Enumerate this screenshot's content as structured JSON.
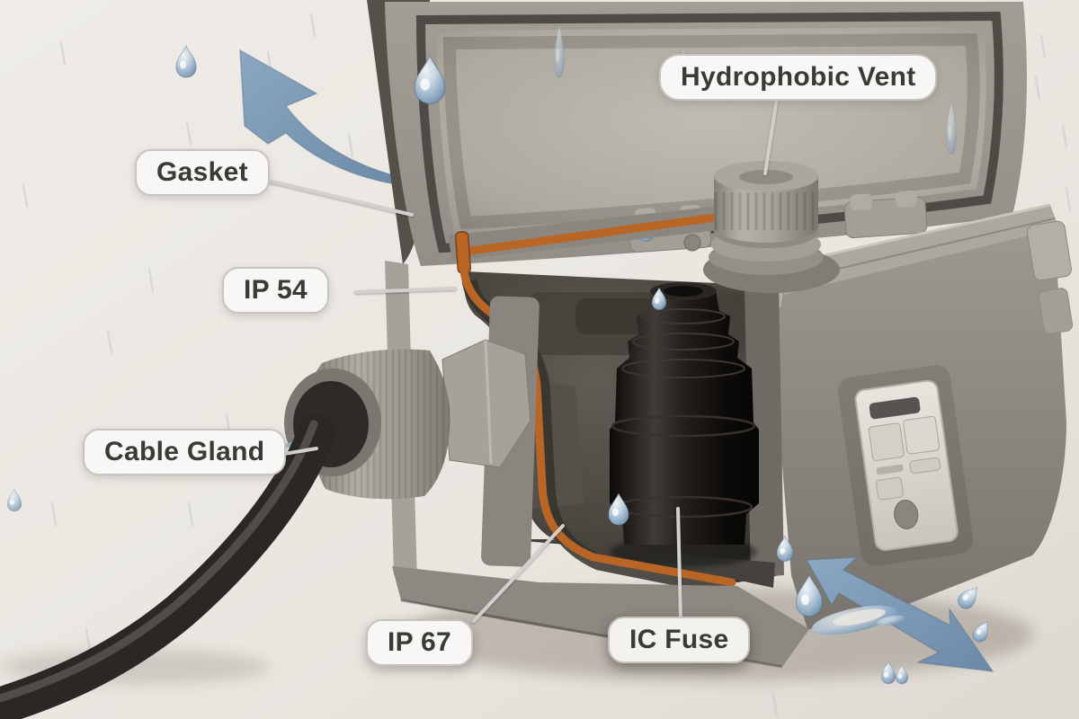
{
  "diagram": {
    "callouts": [
      {
        "id": "gasket",
        "label": "Gasket",
        "points_to": "lid-gasket"
      },
      {
        "id": "hydrophobic-vent",
        "label": "Hydrophobic Vent",
        "points_to": "vent-cap"
      },
      {
        "id": "ip54",
        "label": "IP 54",
        "points_to": "upper-seal"
      },
      {
        "id": "cable-gland",
        "label": "Cable Gland",
        "points_to": "cable-gland"
      },
      {
        "id": "ip67",
        "label": "IP 67",
        "points_to": "lower-seal"
      },
      {
        "id": "ic-fuse",
        "label": "IC Fuse",
        "points_to": "fuse-holder"
      }
    ],
    "colors": {
      "background": "#eae7e1",
      "label_background": "#f8f7f5",
      "label_border": "#c5c4c0",
      "label_text": "#3b3a37",
      "leader_line": "#d2d0cb",
      "arrow_blue": "#7e9cb8",
      "gasket_orange": "#b96526",
      "box_gray": "#9a958e",
      "interior_dark": "#4c4843",
      "cable_black": "#2a2724",
      "droplet_blue": "#8aa6c0",
      "rain_streak": "#c6cad1"
    }
  }
}
